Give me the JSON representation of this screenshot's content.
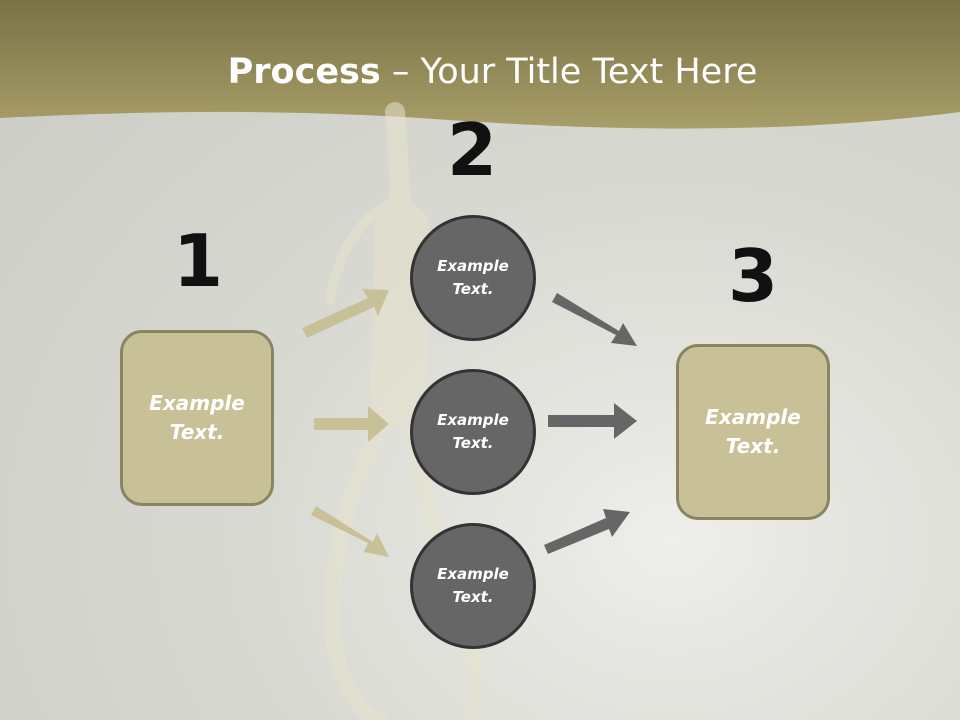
{
  "slide": {
    "title_bold": "Process",
    "title_rest": " – Your Title Text Here"
  },
  "steps": {
    "step1": "1",
    "step2": "2",
    "step3": "3"
  },
  "boxes": {
    "left_line1": "Example",
    "left_line2": "Text.",
    "right_line1": "Example",
    "right_line2": "Text."
  },
  "circles": {
    "top_line1": "Example",
    "top_line2": "Text.",
    "middle_line1": "Example",
    "middle_line2": "Text.",
    "bottom_line1": "Example",
    "bottom_line2": "Text."
  },
  "colors": {
    "header_band": "#a39a63",
    "box_fill": "#c8c197",
    "circle_fill": "#666666",
    "arrow_tan": "#c8c197",
    "arrow_gray": "#666666"
  },
  "decorations": {
    "background_image": "noose-rope"
  }
}
